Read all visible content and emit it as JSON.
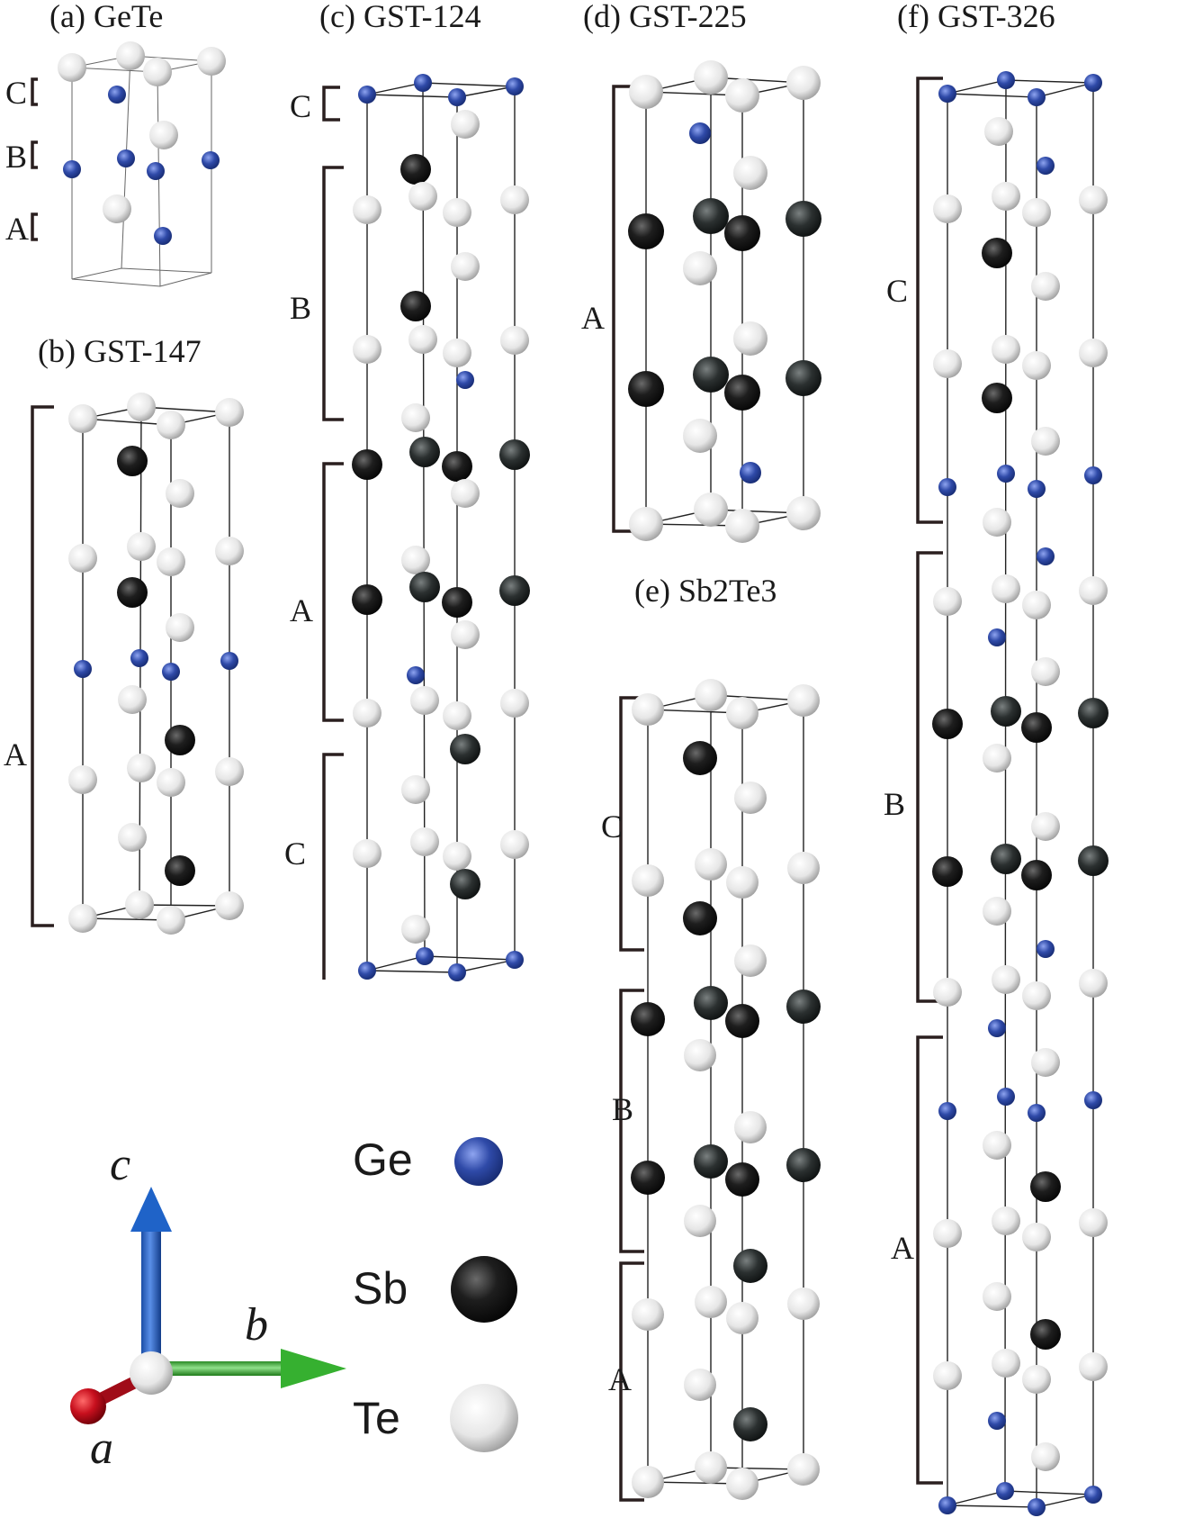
{
  "figure": {
    "colors": {
      "Ge": "#2f4aa8",
      "Sb": "#1a1a1a",
      "Te": "#f2f2f2",
      "a_axis": "#c8101e",
      "b_axis": "#36b030",
      "c_axis": "#1f63c8"
    }
  },
  "panels": [
    {
      "id": "a",
      "title": "(a) GeTe",
      "blocks": [
        "C",
        "B",
        "A"
      ]
    },
    {
      "id": "b",
      "title": "(b) GST-147",
      "blocks": [
        "A"
      ]
    },
    {
      "id": "c",
      "title": "(c) GST-124",
      "blocks": [
        "C",
        "B",
        "A",
        "C"
      ]
    },
    {
      "id": "d",
      "title": "(d) GST-225",
      "blocks": [
        "A"
      ]
    },
    {
      "id": "e",
      "title": "(e) Sb2Te3",
      "blocks": [
        "C",
        "B",
        "A"
      ]
    },
    {
      "id": "f",
      "title": "(f) GST-326",
      "blocks": [
        "C",
        "B",
        "A"
      ]
    }
  ],
  "legend": [
    {
      "element": "Ge",
      "color": "#2f4aa8"
    },
    {
      "element": "Sb",
      "color": "#1a1a1a"
    },
    {
      "element": "Te",
      "color": "#f2f2f2"
    }
  ],
  "axes": {
    "a": "a",
    "b": "b",
    "c": "c"
  }
}
